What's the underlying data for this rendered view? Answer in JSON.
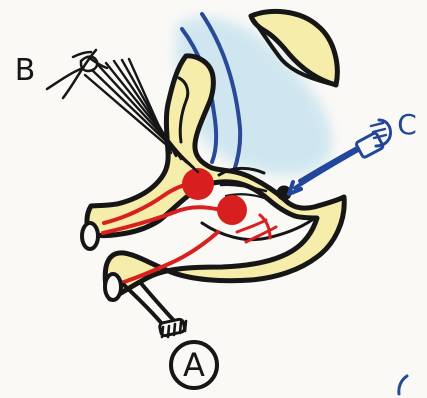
{
  "labels": {
    "a": "A",
    "b": "B",
    "c": "C"
  },
  "colors": {
    "paper": "#fbf9f6",
    "structure_fill": "#f5eda9",
    "outline": "#161616",
    "red_lines": "#d8201f",
    "red_dots": "#d81f1f",
    "blue_arcs": "#2a4a98",
    "blue_probe": "#22469a",
    "blue_wash": "#bfe0ee"
  }
}
